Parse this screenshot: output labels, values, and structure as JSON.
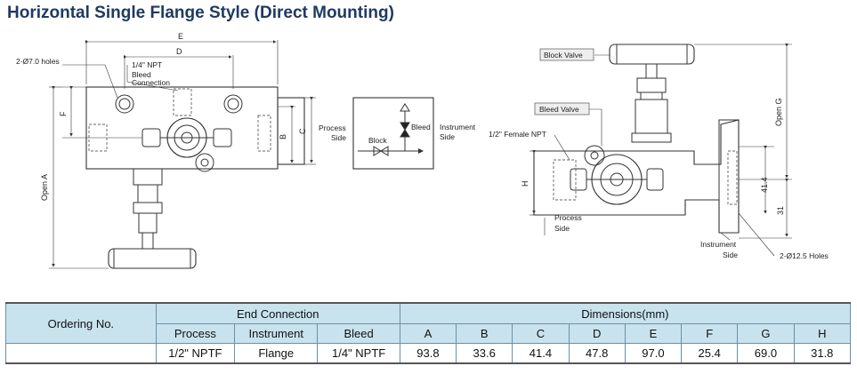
{
  "title": "Horizontal Single Flange Style (Direct Mounting)",
  "left_drawing": {
    "holes": "2-Ø7.0 holes",
    "npt": "1/4\" NPT",
    "bleed1": "Bleed",
    "bleed2": "Connection",
    "dim_e": "E",
    "dim_d": "D",
    "dim_f": "F",
    "dim_b": "B",
    "dim_c": "C",
    "open_a": "Open A"
  },
  "schematic": {
    "process1": "Process",
    "process2": "Side",
    "instr1": "Instrument",
    "instr2": "Side",
    "bleed": "Bleed",
    "block": "Block"
  },
  "right_drawing": {
    "block_valve": "Block Valve",
    "bleed_valve": "Bleed Valve",
    "female_npt": "1/2\" Female NPT",
    "dim_h": "H",
    "open_g": "Open G",
    "dim_414": "41.4",
    "dim_31": "31",
    "process1": "Process",
    "process2": "Side",
    "instr1": "Instrument",
    "instr2": "Side",
    "holes": "2-Ø12.5 Holes"
  },
  "table": {
    "ordering_header": "Ordering No.",
    "end_connection_header": "End Connection",
    "dimensions_header": "Dimensions(mm)",
    "sub_headers": [
      "Process",
      "Instrument",
      "Bleed",
      "A",
      "B",
      "C",
      "D",
      "E",
      "F",
      "G",
      "H"
    ],
    "row": [
      "",
      "1/2\" NPTF",
      "Flange",
      "1/4\" NPTF",
      "93.8",
      "33.6",
      "41.4",
      "47.8",
      "97.0",
      "25.4",
      "69.0",
      "31.8"
    ]
  }
}
